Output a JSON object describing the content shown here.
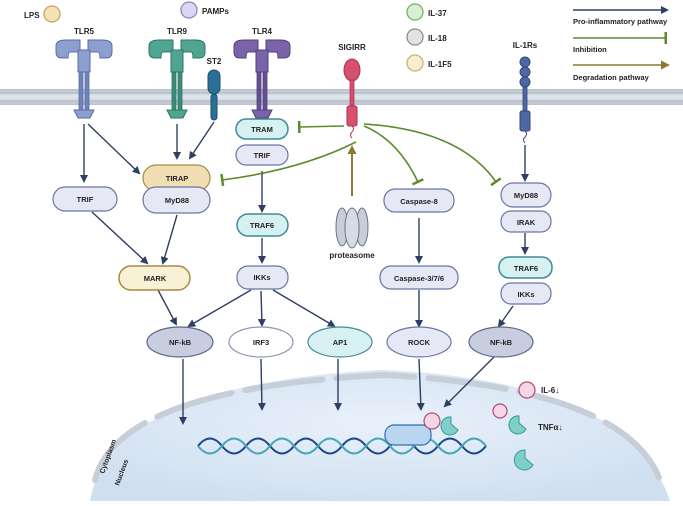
{
  "legend": {
    "ligands": [
      {
        "label": "LPS",
        "color": "#f3e2b8",
        "stroke": "#c9a55a"
      },
      {
        "label": "PAMPs",
        "color": "#ddd6f3",
        "stroke": "#8f86b8"
      },
      {
        "label": "IL-37",
        "color": "#d9efd2",
        "stroke": "#7bb06b"
      },
      {
        "label": "IL-18",
        "color": "#e3e3e3",
        "stroke": "#8c8c8c"
      },
      {
        "label": "IL-1F5",
        "color": "#f7efcf",
        "stroke": "#c9b36a"
      }
    ],
    "pathways": [
      {
        "label": "Pro-inflammatory pathway",
        "color": "#2f3f63",
        "kind": "arrow"
      },
      {
        "label": "Inhibition",
        "color": "#5e8a2e",
        "kind": "bar"
      },
      {
        "label": "Degradation pathway",
        "color": "#8b7a2d",
        "kind": "arrow"
      }
    ]
  },
  "receptors": {
    "tlr5": "TLR5",
    "tlr9": "TLR9",
    "st2": "ST2",
    "tlr4": "TLR4",
    "sigirr": "SIGIRR",
    "il1rs": "IL-1Rs"
  },
  "nodes": {
    "tram": "TRAM",
    "trif_tlr4": "TRIF",
    "tirap": "TIRAP",
    "myd88_left": "MyD88",
    "trif_left": "TRIF",
    "traf6_mid": "TRAF6",
    "mark": "MARK",
    "ikks_mid": "IKKs",
    "proteasome": "proteasome",
    "caspase8": "Caspase-8",
    "caspase376": "Caspase-3/7/6",
    "myd88_right": "MyD88",
    "irak": "IRAK",
    "traf6_right": "TRAF6",
    "ikks_right": "IKKs",
    "nfkb_left": "NF-kB",
    "irf3": "IRF3",
    "ap1": "AP1",
    "rock": "ROCK",
    "nfkb_right": "NF-kB"
  },
  "compartments": {
    "cytoplasm": "Cytoplasm",
    "nucleus": "Nucleus"
  },
  "cytokines": {
    "il6": "IL-6↓",
    "tnfa": "TNFα↓"
  },
  "colors": {
    "pro_inflammatory": "#2f3f63",
    "inhibition": "#5e8a2e",
    "degradation": "#8b7a2d",
    "membrane": "#c3ccd6",
    "node_fill": "#e6e9f5",
    "node_stroke": "#6a76a3"
  }
}
